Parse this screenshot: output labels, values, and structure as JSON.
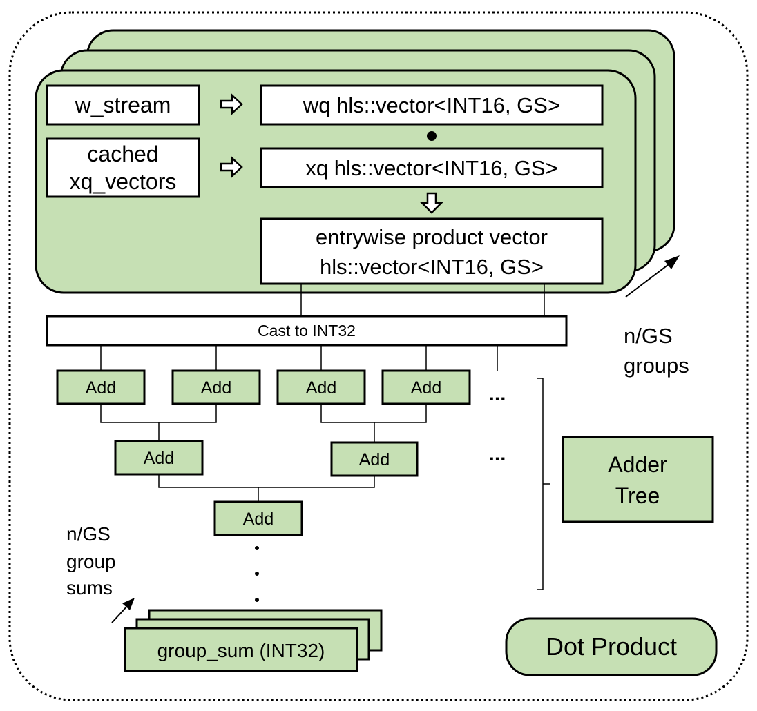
{
  "colors": {
    "fill_green": "#c6e0b4",
    "stroke": "#000000",
    "white": "#ffffff"
  },
  "inputs": {
    "w_stream": "w_stream",
    "cached_xq_line1": "cached",
    "cached_xq_line2": "xq_vectors"
  },
  "vectors": {
    "wq": "wq hls::vector<INT16, GS>",
    "xq": "xq hls::vector<INT16, GS>",
    "product_line1": "entrywise product vector",
    "product_line2": "hls::vector<INT16, GS>"
  },
  "groups_label": {
    "line1": "n/GS",
    "line2": "groups"
  },
  "cast": "Cast to INT32",
  "add": "Add",
  "ellipsis": "...",
  "adder_tree": {
    "line1": "Adder",
    "line2": "Tree"
  },
  "group_sums_label": {
    "line1": "n/GS",
    "line2": "group",
    "line3": "sums"
  },
  "group_sum": "group_sum (INT32)",
  "dot_product": "Dot Product"
}
